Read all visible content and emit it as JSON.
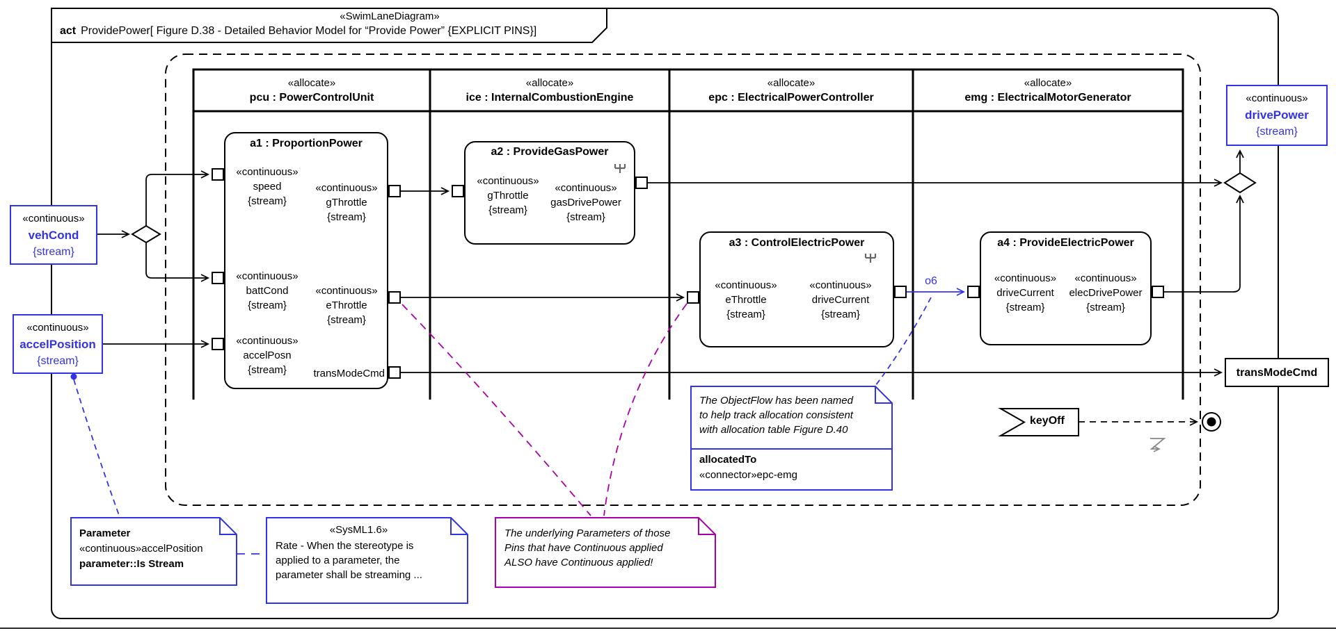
{
  "colors": {
    "blue": "#3333E6",
    "magenta": "#AA00AA",
    "line": "#000000",
    "gray_icon": "#888888"
  },
  "frame": {
    "stereotype": "«SwimLaneDiagram»",
    "kind": "act",
    "title": "ProvidePower[ Figure D.38 - Detailed Behavior Model for “Provide Power” {EXPLICIT PINS}]"
  },
  "lanes": [
    {
      "stereotype": "«allocate»",
      "name": "pcu : PowerControlUnit"
    },
    {
      "stereotype": "«allocate»",
      "name": "ice : InternalCombustionEngine"
    },
    {
      "stereotype": "«allocate»",
      "name": "epc : ElectricalPowerController"
    },
    {
      "stereotype": "«allocate»",
      "name": "emg : ElectricalMotorGenerator"
    }
  ],
  "parameters": {
    "vehCond": {
      "stereotype": "«continuous»",
      "name": "vehCond",
      "constraint": "{stream}"
    },
    "accelPosition": {
      "stereotype": "«continuous»",
      "name": "accelPosition",
      "constraint": "{stream}"
    },
    "drivePower": {
      "stereotype": "«continuous»",
      "name": "drivePower",
      "constraint": "{stream}"
    }
  },
  "activities": {
    "a1": {
      "title": "a1 : ProportionPower",
      "pins": {
        "speed": {
          "stereotype": "«continuous»",
          "label": "speed",
          "constraint": "{stream}"
        },
        "gThrottle": {
          "stereotype": "«continuous»",
          "label": "gThrottle",
          "constraint": "{stream}"
        },
        "battCond": {
          "stereotype": "«continuous»",
          "label": "battCond",
          "constraint": "{stream}"
        },
        "eThrottle": {
          "stereotype": "«continuous»",
          "label": "eThrottle",
          "constraint": "{stream}"
        },
        "accelPosn": {
          "stereotype": "«continuous»",
          "label": "accelPosn",
          "constraint": "{stream}"
        },
        "transModeCmd": {
          "label": "transModeCmd"
        }
      }
    },
    "a2": {
      "title": "a2 : ProvideGasPower",
      "pins": {
        "gThrottle": {
          "stereotype": "«continuous»",
          "label": "gThrottle",
          "constraint": "{stream}"
        },
        "gasDrivePower": {
          "stereotype": "«continuous»",
          "label": "gasDrivePower",
          "constraint": "{stream}"
        }
      }
    },
    "a3": {
      "title": "a3 : ControlElectricPower",
      "pins": {
        "eThrottle": {
          "stereotype": "«continuous»",
          "label": "eThrottle",
          "constraint": "{stream}"
        },
        "driveCurrent": {
          "stereotype": "«continuous»",
          "label": "driveCurrent",
          "constraint": "{stream}"
        }
      }
    },
    "a4": {
      "title": "a4 : ProvideElectricPower",
      "pins": {
        "driveCurrent": {
          "stereotype": "«continuous»",
          "label": "driveCurrent",
          "constraint": "{stream}"
        },
        "elecDrivePower": {
          "stereotype": "«continuous»",
          "label": "elecDrivePower",
          "constraint": "{stream}"
        }
      }
    }
  },
  "edges": {
    "o6_label": "o6"
  },
  "actions": {
    "transModeCmd_label": "transModeCmd",
    "keyOff_label": "keyOff"
  },
  "notes": {
    "objectflow": {
      "lines": [
        "The ObjectFlow has been named",
        "to help track allocation consistent",
        "with allocation table Figure D.40"
      ],
      "compartment_name": "allocatedTo",
      "compartment_value": "«connector»epc-emg"
    },
    "parameter": {
      "lines": [
        "Parameter",
        "«continuous»accelPosition",
        "parameter::Is Stream"
      ]
    },
    "sysml16": {
      "stereotype": "«SysML1.6»",
      "lines": [
        "Rate - When the stereotype is",
        "applied to a parameter, the",
        "parameter shall be streaming ..."
      ]
    },
    "continuous": {
      "lines": [
        "The underlying Parameters of those",
        "Pins that have Continuous applied",
        "ALSO have Continuous applied!"
      ]
    }
  }
}
